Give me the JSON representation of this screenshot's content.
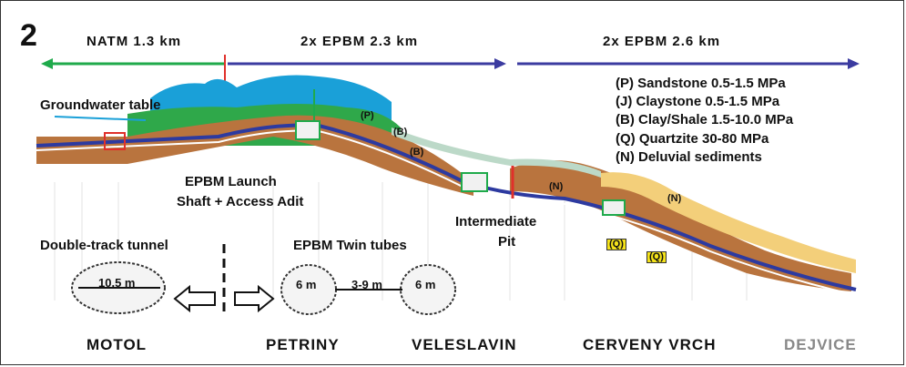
{
  "figure_number": "2",
  "segments": [
    {
      "label": "NATM 1.3 km",
      "color": "#1faa4b"
    },
    {
      "label": "2x EPBM 2.3 km",
      "color": "#3b3ba0"
    },
    {
      "label": "2x EPBM 2.6 km",
      "color": "#3b3ba0"
    }
  ],
  "legend": [
    "(P) Sandstone 0.5-1.5 MPa",
    "(J) Claystone 0.5-1.5 MPa",
    "(B) Clay/Shale 1.5-10.0 MPa",
    "(Q) Quartzite 30-80 MPa",
    "(N) Deluvial sediments"
  ],
  "labels": {
    "groundwater": "Groundwater table",
    "launch_line1": "EPBM Launch",
    "launch_line2": "Shaft + Access Adit",
    "intermediate_line1": "Intermediate",
    "intermediate_line2": "Pit",
    "double_track": "Double-track tunnel",
    "twin_tubes": "EPBM Twin tubes",
    "dim_double": "10.5 m",
    "dim_single_left": "6 m",
    "dim_spacing": "3-9 m",
    "dim_single_right": "6 m"
  },
  "rock_tags": {
    "p": "(P)",
    "b_left": "(B)",
    "b_mid": "(B)",
    "n_right": "(N)",
    "n_far": "(N)",
    "q_box1": "(Q)",
    "q_box2": "(Q)"
  },
  "stations": [
    "MOTOL",
    "PETRINY",
    "VELESLAVIN",
    "CERVENY VRCH",
    "DEJVICE"
  ],
  "colors": {
    "natm": "#1faa4b",
    "epbm": "#3b3ba0",
    "groundwater": "#1aa0d8",
    "sandstone": "#2fa84a",
    "clay": "#b9743e",
    "deluvial": "#f3cf7a",
    "tunnel": "#2d3aa0"
  }
}
